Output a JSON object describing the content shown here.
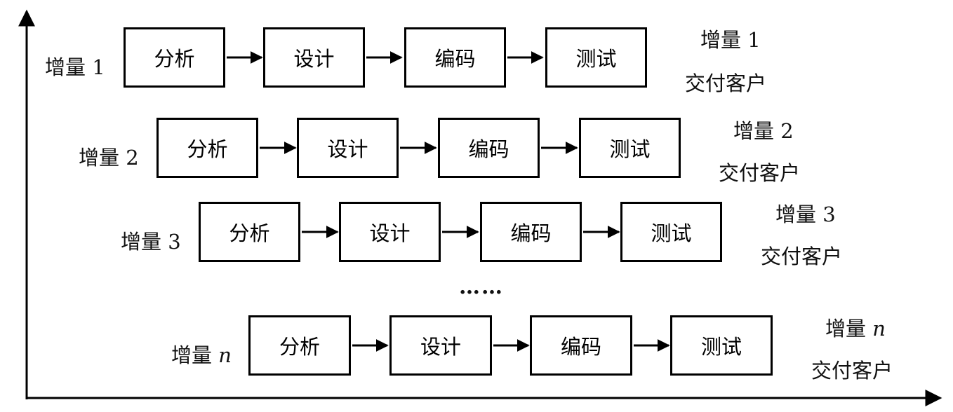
{
  "increments": [
    {
      "label": "增量",
      "index": "1",
      "steps": [
        "分析",
        "设计",
        "编码",
        "测试"
      ],
      "delivery_line1": "增量",
      "delivery_index": "1",
      "delivery_line2": "交付客户"
    },
    {
      "label": "增量",
      "index": "2",
      "steps": [
        "分析",
        "设计",
        "编码",
        "测试"
      ],
      "delivery_line1": "增量",
      "delivery_index": "2",
      "delivery_line2": "交付客户"
    },
    {
      "label": "增量",
      "index": "3",
      "steps": [
        "分析",
        "设计",
        "编码",
        "测试"
      ],
      "delivery_line1": "增量",
      "delivery_index": "3",
      "delivery_line2": "交付客户"
    },
    {
      "label": "增量",
      "index": "n",
      "steps": [
        "分析",
        "设计",
        "编码",
        "测试"
      ],
      "delivery_line1": "增量",
      "delivery_index": "n",
      "delivery_line2": "交付客户"
    }
  ],
  "ellipsis": "……"
}
